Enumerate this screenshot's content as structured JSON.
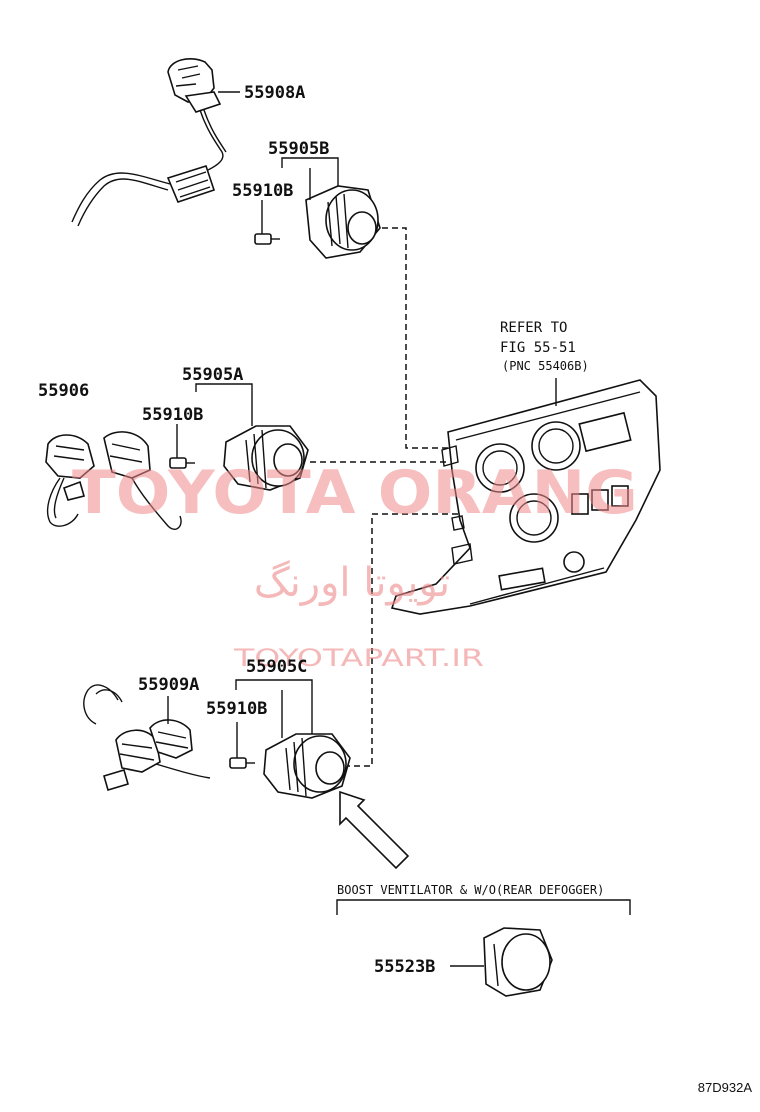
{
  "labels": {
    "p55908A": "55908A",
    "p55905B": "55905B",
    "p55910B_top": "55910B",
    "p55906": "55906",
    "p55905A": "55905A",
    "p55910B_mid": "55910B",
    "p55909A": "55909A",
    "p55905C": "55905C",
    "p55910B_low": "55910B",
    "p55523B": "55523B"
  },
  "refer": {
    "line1": "REFER TO",
    "line2": "FIG 55-51",
    "line3": "(PNC 55406B)"
  },
  "condition_note": "BOOST VENTILATOR & W/O(REAR DEFOGGER)",
  "watermark": {
    "latin": "TOYOTA ORANG",
    "persian": "تویوتا اورنگ",
    "site": "TOYOTAPART.IR",
    "color": "#f08a8a"
  },
  "diagram_code": "87D932A"
}
